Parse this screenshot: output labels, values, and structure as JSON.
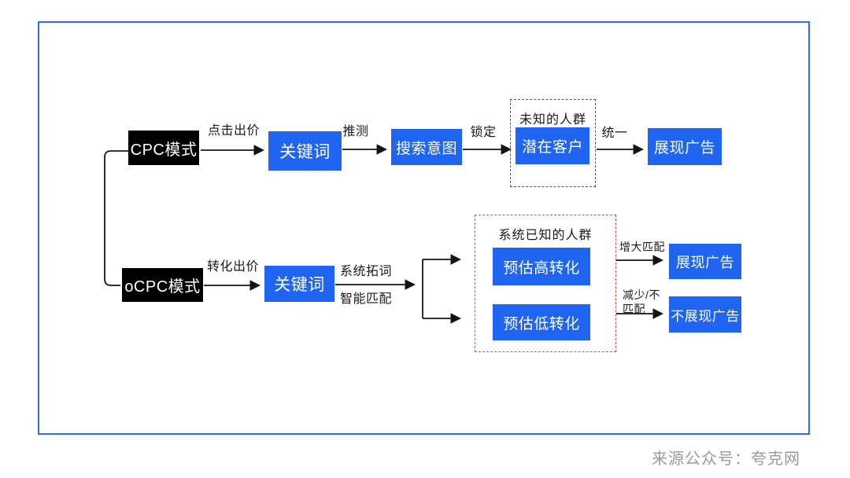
{
  "nodes": {
    "cpc_mode": "CPC模式",
    "keyword_top": "关键词",
    "search_intent": "搜索意图",
    "unknown_group_title": "未知的人群",
    "potential_customer": "潜在客户",
    "show_ad_top": "展现广告",
    "ocpc_mode": "oCPC模式",
    "keyword_bottom": "关键词",
    "known_group_title": "系统已知的人群",
    "high_conversion": "预估高转化",
    "low_conversion": "预估低转化",
    "show_ad_bottom": "展现广告",
    "no_show_ad": "不展现广告"
  },
  "edge_labels": {
    "click_bid": "点击出价",
    "infer": "推测",
    "lock": "锁定",
    "unify": "统一",
    "conversion_bid": "转化出价",
    "system_expand": "系统拓词",
    "smart_match": "智能匹配",
    "increase_match": "增大匹配",
    "decrease_no_match": "减少/不\n匹配"
  },
  "footer": {
    "source": "来源公众号：夸克网"
  },
  "colors": {
    "node_blue": "#2065F1",
    "node_black": "#000000",
    "frame_blue": "#2E6CF3",
    "dashed_red": "#E04848",
    "dashed_gray": "#555555",
    "arrow_black": "#141414",
    "source_gray": "#9B9B9B"
  }
}
